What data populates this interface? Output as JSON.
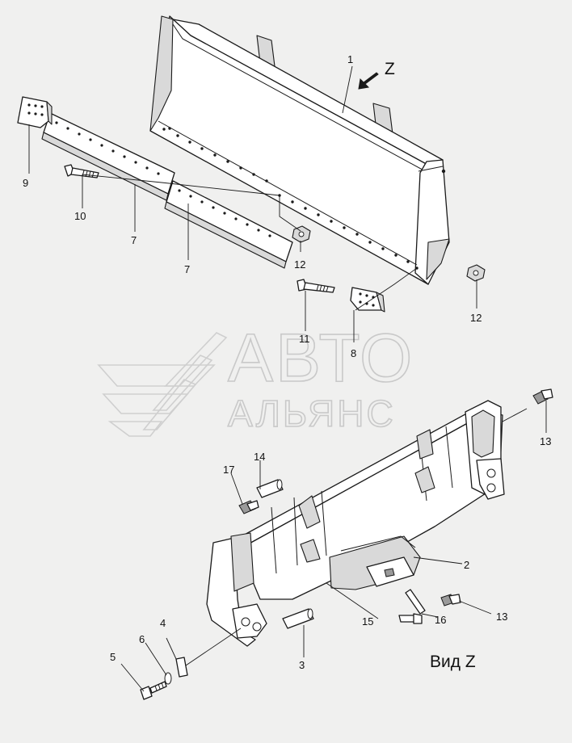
{
  "watermark": {
    "line1": "АВТО",
    "line2": "АЛЬЯНС"
  },
  "view_title": "Вид Z",
  "view_arrow_label": "Z",
  "callouts": [
    "1",
    "2",
    "3",
    "4",
    "5",
    "6",
    "7",
    "7",
    "8",
    "9",
    "10",
    "11",
    "12",
    "12",
    "13",
    "13",
    "14",
    "15",
    "16",
    "17"
  ]
}
